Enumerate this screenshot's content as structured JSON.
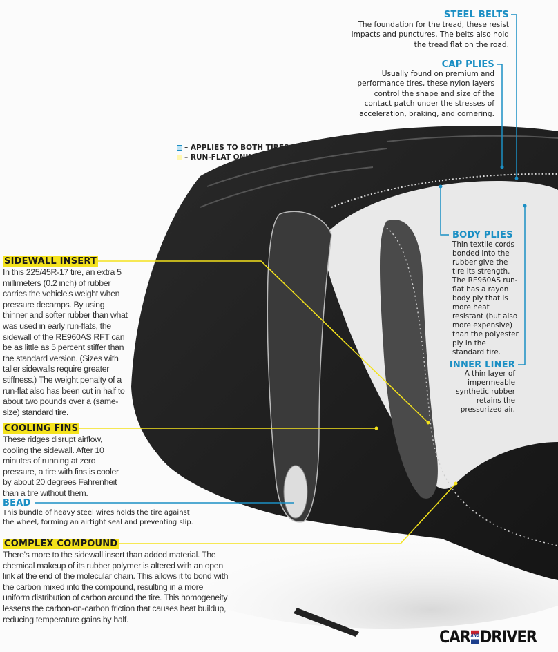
{
  "legend": {
    "items": [
      {
        "label": "– APPLIES TO BOTH TIRES",
        "color": "#1b8fc4"
      },
      {
        "label": "– RUN-FLAT ONLY",
        "color": "#f4e21c"
      }
    ]
  },
  "callouts": {
    "steel_belts": {
      "title": "STEEL BELTS",
      "body": "The foundation for the tread, these resist impacts and punctures. The belts also hold the tread flat on the road."
    },
    "cap_plies": {
      "title": "CAP PLIES",
      "body": "Usually found on premium and performance tires, these nylon layers control the shape and size of the contact patch under the stresses of acceleration, braking, and cornering."
    },
    "body_plies": {
      "title": "BODY PLIES",
      "body": "Thin textile cords bonded into the rubber give the tire its strength. The RE960AS run-flat has a rayon body ply that is more heat resistant (but also more expensive) than the polyester ply in the standard tire."
    },
    "inner_liner": {
      "title": "INNER LINER",
      "body": "A thin layer of impermeable synthetic rubber retains the pressurized air."
    },
    "sidewall_insert": {
      "title": "SIDEWALL INSERT",
      "body": "In this 225/45R-17 tire, an extra 5 millimeters (0.2 inch) of rubber carries the vehicle's weight when pressure decamps. By using thinner and softer rubber than what was used in early run-flats, the sidewall of the RE960AS RFT can be as little as 5 percent stiffer than the standard version. (Sizes with taller sidewalls require greater stiffness.) The weight penalty of a run-flat also has been cut in half to about two pounds over a (same-size) standard tire."
    },
    "cooling_fins": {
      "title": "COOLING FINS",
      "body": "These ridges disrupt airflow, cooling the sidewall. After 10 minutes of running at zero pressure, a tire with fins is cooler by about 20 degrees Fahrenheit than a tire without them."
    },
    "bead": {
      "title": "BEAD",
      "body": "This bundle of heavy steel wires holds the tire against the wheel, forming an airtight seal and preventing slip."
    },
    "complex_compound": {
      "title": "COMPLEX COMPOUND",
      "body": "There's more to the sidewall insert than added material. The chemical makeup of its rubber polymer is altered with an open link at the end of the molecular chain. This allows it to bond with the carbon mixed into the compound, resulting in a more uniform distribution of carbon around the tire. This homogeneity lessens the carbon-on-carbon friction that causes heat buildup, reducing temperature gains by half."
    }
  },
  "logo": {
    "left": "CAR",
    "middle": "AND",
    "right": "DRIVER"
  },
  "colors": {
    "blue": "#1b8fc4",
    "yellow": "#f4e21c",
    "tire": "#1c1c1c"
  }
}
